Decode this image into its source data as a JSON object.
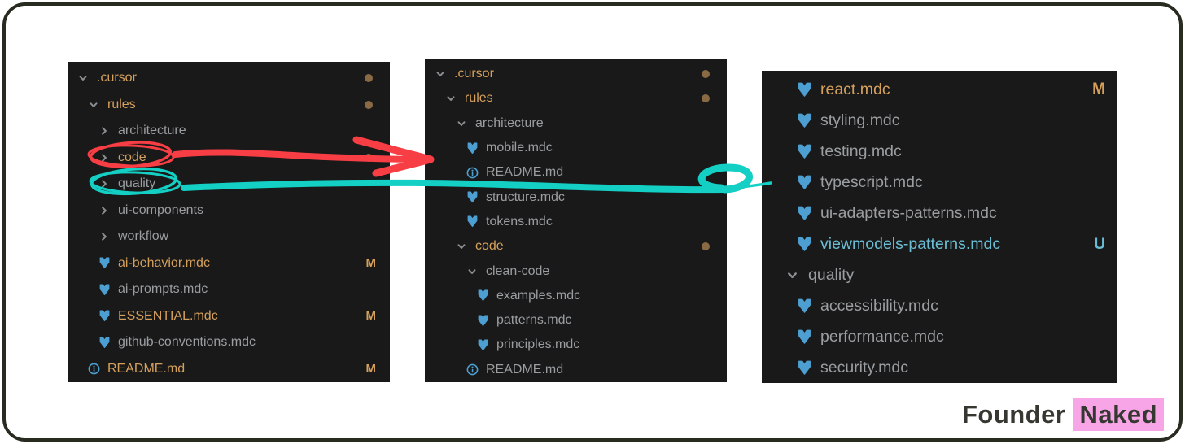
{
  "colors": {
    "orange": "#d5a05c",
    "gray": "#9a9ea1",
    "teal": "#6bbcd3",
    "icon_blue": "#4d9fd2",
    "chevron_gray": "#8b8f92",
    "dot": "#8a6a45",
    "panel_bg": "#191919",
    "frame_border": "#272b20",
    "red_annotation": "#f63e44",
    "cyan_annotation": "#14cfc4",
    "logo_text": "#343830",
    "logo_highlight": "#f8a5e8"
  },
  "logo": {
    "founder": "Founder",
    "naked": "Naked"
  },
  "annotations": {
    "red_circle_target": "code",
    "cyan_circle_target": "quality",
    "red_arrow_description": "hand-drawn red arrow from circled 'code' folder to middle panel",
    "cyan_arrow_description": "hand-drawn cyan arrow from circled 'quality' folder toward right panel"
  },
  "panels": [
    {
      "id": "left",
      "rows": [
        {
          "kind": "folder",
          "state": "expanded",
          "label": ".cursor",
          "color": "orange",
          "indent": 0,
          "badge": "dot"
        },
        {
          "kind": "folder",
          "state": "expanded",
          "label": "rules",
          "color": "orange",
          "indent": 1,
          "badge": "dot"
        },
        {
          "kind": "folder",
          "state": "collapsed",
          "label": "architecture",
          "color": "gray",
          "indent": 2,
          "badge": null
        },
        {
          "kind": "folder",
          "state": "collapsed",
          "label": "code",
          "color": "orange",
          "indent": 2,
          "badge": "dot"
        },
        {
          "kind": "folder",
          "state": "collapsed",
          "label": "quality",
          "color": "gray",
          "indent": 2,
          "badge": null
        },
        {
          "kind": "folder",
          "state": "collapsed",
          "label": "ui-components",
          "color": "gray",
          "indent": 2,
          "badge": null
        },
        {
          "kind": "folder",
          "state": "collapsed",
          "label": "workflow",
          "color": "gray",
          "indent": 2,
          "badge": null
        },
        {
          "kind": "file",
          "icon": "mdc",
          "label": "ai-behavior.mdc",
          "color": "orange",
          "indent": 2,
          "badge": "M"
        },
        {
          "kind": "file",
          "icon": "mdc",
          "label": "ai-prompts.mdc",
          "color": "gray",
          "indent": 2,
          "badge": null
        },
        {
          "kind": "file",
          "icon": "mdc",
          "label": "ESSENTIAL.mdc",
          "color": "orange",
          "indent": 2,
          "badge": "M"
        },
        {
          "kind": "file",
          "icon": "mdc",
          "label": "github-conventions.mdc",
          "color": "gray",
          "indent": 2,
          "badge": null
        },
        {
          "kind": "file",
          "icon": "readme",
          "label": "README.md",
          "color": "orange",
          "indent": 1,
          "badge": "M"
        }
      ]
    },
    {
      "id": "middle",
      "rows": [
        {
          "kind": "folder",
          "state": "expanded",
          "label": ".cursor",
          "color": "orange",
          "indent": 0,
          "badge": "dot"
        },
        {
          "kind": "folder",
          "state": "expanded",
          "label": "rules",
          "color": "orange",
          "indent": 1,
          "badge": "dot"
        },
        {
          "kind": "folder",
          "state": "expanded",
          "label": "architecture",
          "color": "gray",
          "indent": 2,
          "badge": null
        },
        {
          "kind": "file",
          "icon": "mdc",
          "label": "mobile.mdc",
          "color": "gray",
          "indent": 3,
          "badge": null
        },
        {
          "kind": "file",
          "icon": "readme",
          "label": "README.md",
          "color": "gray",
          "indent": 3,
          "badge": null
        },
        {
          "kind": "file",
          "icon": "mdc",
          "label": "structure.mdc",
          "color": "gray",
          "indent": 3,
          "badge": null
        },
        {
          "kind": "file",
          "icon": "mdc",
          "label": "tokens.mdc",
          "color": "gray",
          "indent": 3,
          "badge": null
        },
        {
          "kind": "folder",
          "state": "expanded",
          "label": "code",
          "color": "orange",
          "indent": 2,
          "badge": "dot"
        },
        {
          "kind": "folder",
          "state": "expanded",
          "label": "clean-code",
          "color": "gray",
          "indent": 3,
          "badge": null
        },
        {
          "kind": "file",
          "icon": "mdc",
          "label": "examples.mdc",
          "color": "gray",
          "indent": 4,
          "badge": null
        },
        {
          "kind": "file",
          "icon": "mdc",
          "label": "patterns.mdc",
          "color": "gray",
          "indent": 4,
          "badge": null
        },
        {
          "kind": "file",
          "icon": "mdc",
          "label": "principles.mdc",
          "color": "gray",
          "indent": 4,
          "badge": null
        },
        {
          "kind": "file",
          "icon": "readme",
          "label": "README.md",
          "color": "gray",
          "indent": 3,
          "badge": null
        }
      ]
    },
    {
      "id": "right",
      "rows": [
        {
          "kind": "file",
          "icon": "mdc",
          "label": "react.mdc",
          "color": "orange",
          "indent": 2,
          "badge": "M"
        },
        {
          "kind": "file",
          "icon": "mdc",
          "label": "styling.mdc",
          "color": "gray",
          "indent": 2,
          "badge": null
        },
        {
          "kind": "file",
          "icon": "mdc",
          "label": "testing.mdc",
          "color": "gray",
          "indent": 2,
          "badge": null
        },
        {
          "kind": "file",
          "icon": "mdc",
          "label": "typescript.mdc",
          "color": "gray",
          "indent": 2,
          "badge": null
        },
        {
          "kind": "file",
          "icon": "mdc",
          "label": "ui-adapters-patterns.mdc",
          "color": "gray",
          "indent": 2,
          "badge": null
        },
        {
          "kind": "file",
          "icon": "mdc",
          "label": "viewmodels-patterns.mdc",
          "color": "teal",
          "indent": 2,
          "badge": "U"
        },
        {
          "kind": "folder",
          "state": "expanded",
          "label": "quality",
          "color": "gray",
          "indent": 1,
          "badge": null
        },
        {
          "kind": "file",
          "icon": "mdc",
          "label": "accessibility.mdc",
          "color": "gray",
          "indent": 2,
          "badge": null
        },
        {
          "kind": "file",
          "icon": "mdc",
          "label": "performance.mdc",
          "color": "gray",
          "indent": 2,
          "badge": null
        },
        {
          "kind": "file",
          "icon": "mdc",
          "label": "security.mdc",
          "color": "gray",
          "indent": 2,
          "badge": null
        }
      ]
    }
  ]
}
